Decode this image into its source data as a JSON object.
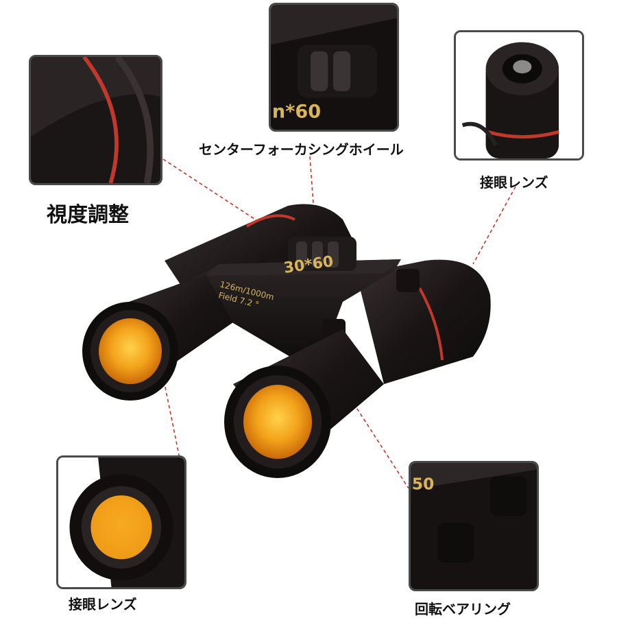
{
  "labels": {
    "diopter": "視度調整",
    "focus_wheel": "センターフォーカシングホイール",
    "eyepiece_top": "接眼レンズ",
    "eyepiece_bottom": "接眼レンズ",
    "hinge": "回転ベアリング"
  },
  "product_print": {
    "model": "30*60",
    "field_line1": "126m/1000m",
    "field_line2": "Field 7.2 °"
  },
  "inset_print": {
    "focus_inset_model": "n*60",
    "hinge_inset_model": "50"
  },
  "colors": {
    "leader_line": "#c0392b",
    "accent_ring": "#c0392b",
    "body": "#1c1818",
    "lens_coating": "#f0a21c",
    "print_gold": "#d9b45a"
  }
}
